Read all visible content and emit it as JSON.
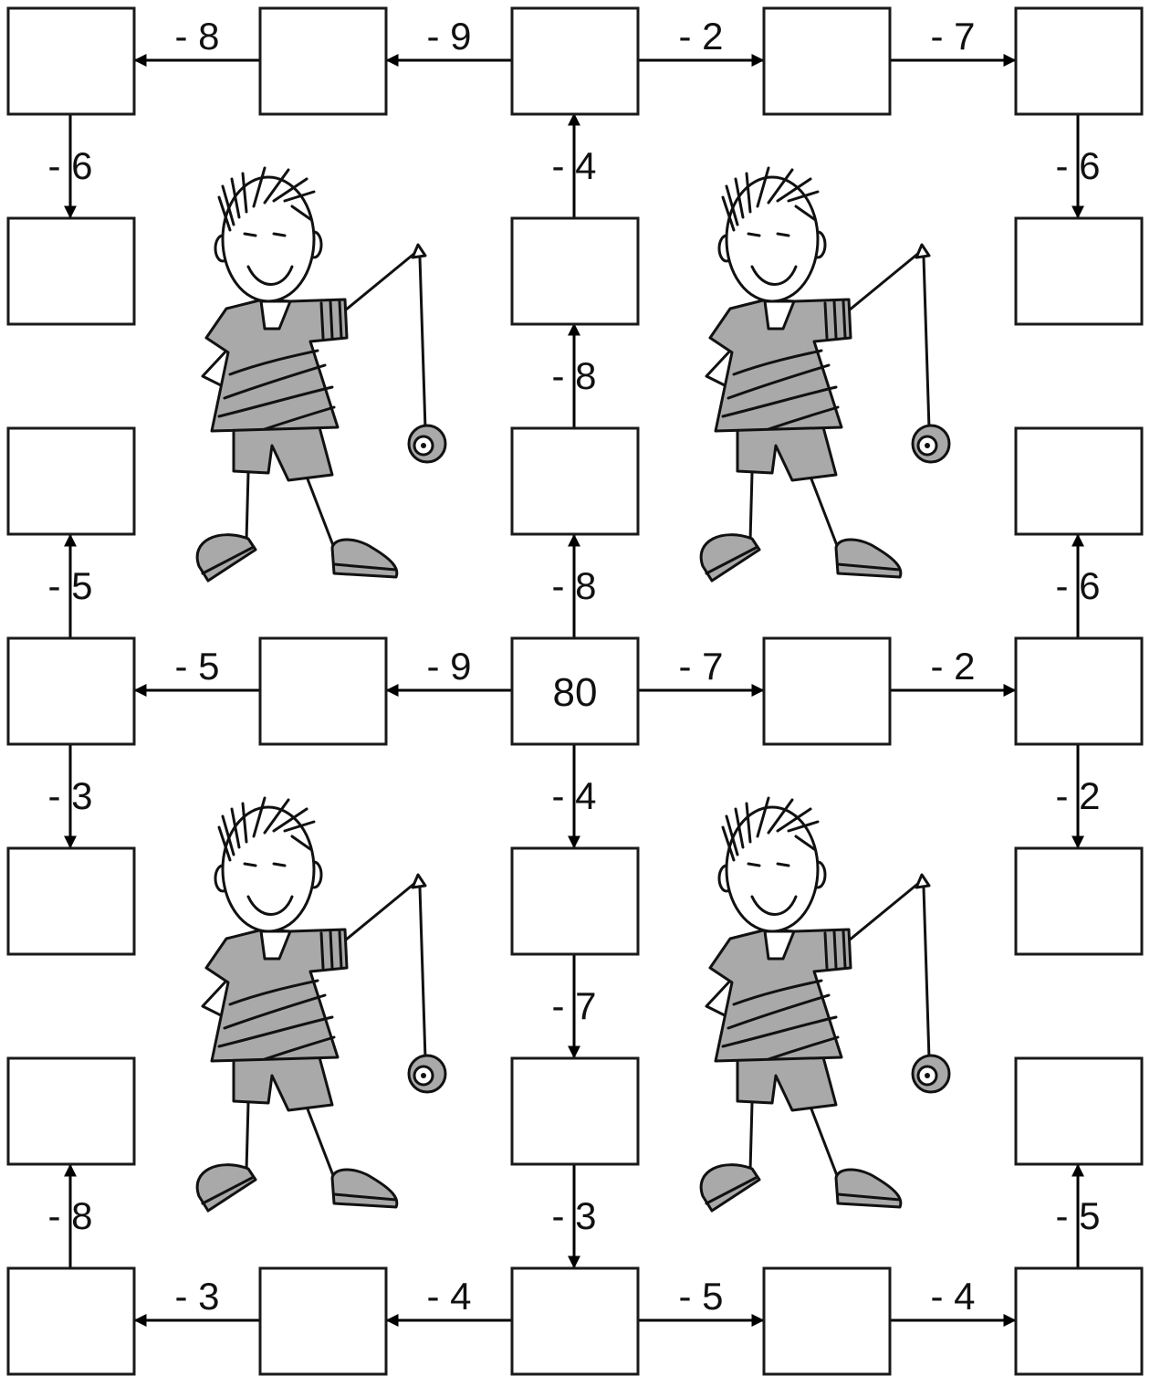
{
  "worksheet": {
    "start_value": "80",
    "operators": {
      "top_row": [
        "- 8",
        "- 9",
        "- 2",
        "- 7"
      ],
      "left_column_upper": [
        "- 6",
        "- 5"
      ],
      "right_column_upper": [
        "- 6",
        "- 6"
      ],
      "center_column_upper": [
        "- 4",
        "- 8",
        "- 8"
      ],
      "middle_row": [
        "- 5",
        "- 9",
        "- 7",
        "- 2"
      ],
      "left_column_lower": [
        "- 3",
        "- 8"
      ],
      "center_column_lower": [
        "- 4",
        "- 7",
        "- 3"
      ],
      "right_column_lower": [
        "- 2",
        "- 5"
      ],
      "bottom_row": [
        "- 3",
        "- 4",
        "- 5",
        "- 4"
      ]
    },
    "colors": {
      "ink": "#111111",
      "shirt_gray": "#a9a9a9",
      "box_fill": "#ffffff"
    },
    "illustration": "boy-with-yoyo"
  }
}
